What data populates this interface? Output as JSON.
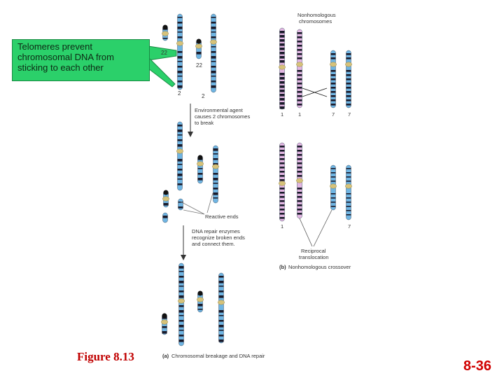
{
  "callout": {
    "text": "Telomeres prevent chromosomal DNA from sticking to each other",
    "color": "#2bd06a"
  },
  "figure_label": "Figure 8.13",
  "page_number": "8-36",
  "panel_a": {
    "caption_letter": "(a)",
    "caption": "Chromosomal breakage and DNA repair",
    "chromosome_labels": [
      "22",
      "22",
      "2",
      "2"
    ],
    "step1": [
      "Environmental agent",
      "causes 2 chromosomes",
      "to break"
    ],
    "reactive_ends": "Reactive ends",
    "step2": [
      "DNA repair enzymes",
      "recognize broken ends",
      "and connect them."
    ]
  },
  "panel_b": {
    "caption_letter": "(b)",
    "caption": "Nonhomologous crossover",
    "header": [
      "Nonhomologous",
      "chromosomes"
    ],
    "top_labels": [
      "1",
      "1",
      "7",
      "7"
    ],
    "bottom_labels": [
      "1",
      "7"
    ],
    "reciprocal": [
      "Reciprocal",
      "translocation"
    ]
  },
  "colors": {
    "chromosome_blue": "#6fb5e3",
    "chromosome_pink": "#e3b7e3",
    "band": "#1a1a2a",
    "centromere": "#d6c27a",
    "label_red": "#c00000"
  }
}
